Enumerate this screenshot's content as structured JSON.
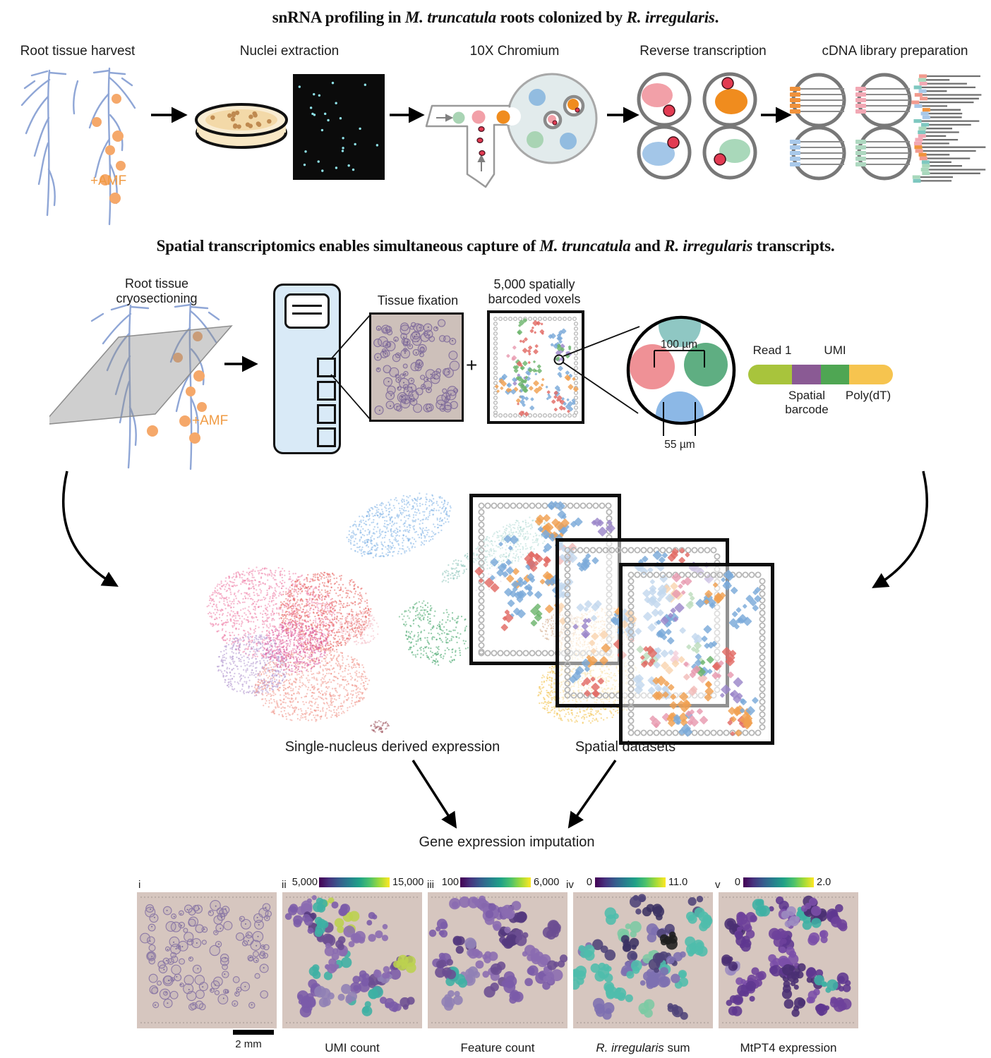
{
  "s1": {
    "title": [
      "snRNA profiling in ",
      "M. truncatula",
      " roots colonized by ",
      "R. irregularis",
      "."
    ],
    "steps": [
      "Root tissue harvest",
      "Nuclei extraction",
      "10X Chromium",
      "Reverse transcription",
      "cDNA library preparation"
    ],
    "amf": "+AMF"
  },
  "s2": {
    "title": [
      "Spatial transcriptomics enables simultaneous capture of ",
      "M. truncatula",
      " and ",
      "R. irregularis",
      " transcripts."
    ],
    "cryo": "Root tissue cryosectioning",
    "fixation": "Tissue fixation",
    "voxels": "5,000 spatially barcoded voxels",
    "plus": "+",
    "amf": "+AMF",
    "um100": "100 µm",
    "um55": "55 µm",
    "read1": "Read 1",
    "umi": "UMI",
    "spatial_barcode": "Spatial barcode",
    "polydt": "Poly(dT)"
  },
  "s3": {
    "sn_label": "Single-nucleus derived expression",
    "spatial_label": "Spatial datasets",
    "imputation": "Gene expression imputation"
  },
  "s4": {
    "scalebar": "2 mm",
    "panels": [
      {
        "roman": "i",
        "caption": "",
        "caption_italic": ""
      },
      {
        "roman": "ii",
        "caption": "UMI count",
        "caption_italic": "",
        "cb_min": "5,000",
        "cb_max": "15,000"
      },
      {
        "roman": "iii",
        "caption": "Feature count",
        "caption_italic": "",
        "cb_min": "100",
        "cb_max": "6,000"
      },
      {
        "roman": "iv",
        "caption": " sum",
        "caption_italic": "R. irregularis",
        "cb_min": "0",
        "cb_max": "11.0"
      },
      {
        "roman": "v",
        "caption": "MtPT4 expression",
        "caption_italic": "",
        "cb_min": "0",
        "cb_max": "2.0"
      }
    ]
  },
  "colors": {
    "accent_orange": "#f09b44",
    "root_blue": "#8fa6d6",
    "tissue_purple": "#6d419b",
    "teal_highlight": "#3eb1a4",
    "voxel_palette": [
      "#7aa9d9",
      "#e26a64",
      "#f0a050",
      "#6cb56c",
      "#9b86c9",
      "#e89ab0"
    ],
    "read_segments": {
      "read1": "#a8c43c",
      "spatial": "#8a5a94",
      "umi": "#4fa653",
      "polydt": "#f6c44f"
    },
    "viridis": [
      "#440154",
      "#46327e",
      "#365c8d",
      "#277f8e",
      "#1fa187",
      "#4ac16d",
      "#a0da39",
      "#fde725"
    ]
  }
}
